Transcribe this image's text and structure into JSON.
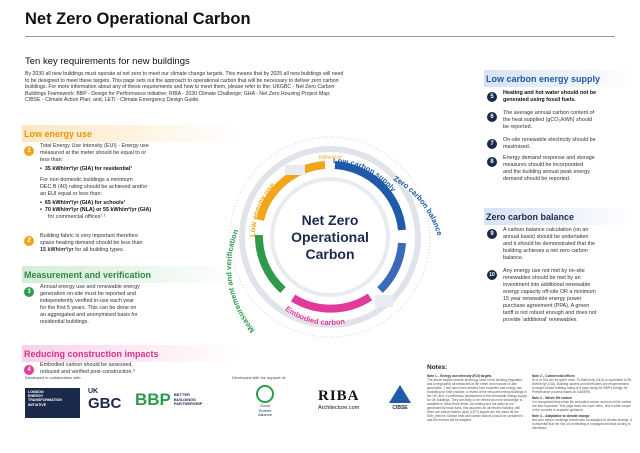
{
  "title": "Net Zero Operational Carbon",
  "subtitle": "Ten key requirements for new buildings",
  "intro": "By 2030 all new buildings must operate at net zero to meet our climate change targets. This means that by 2025 all new buildings will need to be designed to meet these targets. This page sets out the approach to operational carbon that will be necessary to deliver zero carbon buildings. For more information about any of these requirements and how to meet them, please refer to the: UKGBC - Net Zero Carbon Buildings Framework; BBP - Design for Performance initiative; RIBA - 2030 Climate Challenge; GHA - Net Zero Housing Project Map; CIBSE - Climate Action Plan; and, LETI - Climate Emergency Design Guide.",
  "colors": {
    "energy_use": "#f2a51a",
    "supply": "#1e5aa8",
    "balance": "#1e5aa8",
    "measure": "#2f9a4a",
    "construction": "#e03a9a",
    "dark": "#1b2a4a"
  },
  "sections": {
    "low_energy_use": {
      "heading": "Low energy use",
      "item1_lines": [
        "Total Energy Use Intensity (EUI) - Energy use",
        "measured at the meter should be equal to or",
        "less than:"
      ],
      "item1_bullet": "35 kWh/m²/yr (GIA) for residential¹",
      "item1_nondom": [
        "For non-domestic buildings a minimum",
        "DEC B (40) rating should be achieved and/or",
        "an EUI equal or less than:"
      ],
      "item1_bullet2": "65 kWh/m²/yr (GIA) for schools¹",
      "item1_bullet3a": "70 kWh/m²/yr (NLA) or 55 kWh/m²/yr (GIA)",
      "item1_bullet3b": "for commercial offices¹ ²",
      "item2_lines": [
        "Building fabric is very important therefore",
        "space heating demand should be less than"
      ],
      "item2_bold": "15 kWh/m²/yr",
      "item2_tail": "for all building types."
    },
    "measurement": {
      "heading": "Measurement and verification",
      "item3_lines": [
        "Annual energy use and renewable energy",
        "generation on-site must be reported and",
        "independently verified in-use each year",
        "for the first 5 years. This can be done on",
        "an aggregated and anonymised basis for",
        "residential buildings."
      ]
    },
    "construction": {
      "heading": "Reducing construction impacts",
      "item4_lines": [
        "Embodied carbon should be assessed,",
        "reduced and verified post-construction.³"
      ]
    },
    "supply": {
      "heading": "Low carbon energy supply",
      "item5": [
        "Heating and hot water should not be",
        "generated using fossil fuels."
      ],
      "item6": [
        "The average annual carbon content of",
        "the heat supplied (gCO₂/kWh) should",
        "be reported."
      ],
      "item7": [
        "On-site renewable electricity should be",
        "maximised."
      ],
      "item8": [
        "Energy demand response and storage",
        "measures should be incorporated",
        "and the building annual peak energy",
        "demand should be reported."
      ]
    },
    "balance": {
      "heading": "Zero carbon balance",
      "item9": [
        "A carbon balance calculation (on an",
        "annual basis) should be undertaken",
        "and it should be demonstrated that the",
        "building achieves a net zero carbon",
        "balance."
      ],
      "item10": [
        "Any energy use not met by on-site",
        "renewables should be met by an",
        "investment into additional renewable",
        "energy capacity off-site OR a minimum",
        "15 year renewable energy power",
        "purchase agreement (PPA). A green",
        "tariff is not robust enough and does not",
        "provide 'additional' renewables."
      ]
    }
  },
  "wheel": {
    "center": [
      "Net Zero",
      "Operational",
      "Carbon"
    ],
    "label_energy": "Low energy use",
    "label_supply": "Low carbon supply",
    "label_balance": "Zero carbon balance",
    "label_embodied": "Embodied carbon",
    "label_measure": "Measurement and verification",
    "kwh": "kWh/m²/yr"
  },
  "notes": {
    "heading": "Notes:",
    "n1_title": "Note 1 – Energy use intensity (EUI) targets",
    "n1_body": "The above targets include all energy used in the building (regulated and unregulated) as measured at the meter and exclude on-site generation. They have been derived from modelled and energy use modelling for best practice; a review of the best performing buildings in the UK; and, a preliminary assessment of the renewable energy supply for UK buildings. They are likely to be refined as more knowledge is available in these three fields. As heating and hot water is not generated by fossil fuels, this assumes an all electric building until there are carbon factors (and) (LETI) targets are the same as the kWh_elec/m². District heat and carbon factors should be considered and the metrics will be adapted.",
    "n2_title": "Note 2 – Commercial offices",
    "n2_body": "NLA or GIA can be given units. 70 kWh/m²/yr (NLA) is equivalent to 55 kWh/m²/yr (GIA). Building owners and developers are recommended to target a base building rating of 6 stars using the BBP's Design for Performance process based on NABERS.",
    "n3_title": "Note 3 – Whole life carbon",
    "n3_body": "It is recognised that whole life embodied carbon and end-of-life carbon are also important. This page does not cover them, and a wider scope of the covered in separate guidance.",
    "n4_title": "Note 4 – Adaptation to climate change",
    "n4_body": "Net zero carbon buildings should also be adaptive to climate change. It is essential that the risk of overheating is managed and that cooling is minimised."
  },
  "footer": {
    "developed_with": "Developed in collaboration with:",
    "leti": [
      "LONDON",
      "ENERGY",
      "TRANSFORMATION",
      "INITIATIVE"
    ],
    "ukgbc_uk": "UK",
    "ukgbc_gbc": "GBC",
    "bbp": "BBP",
    "bbp_text": [
      "BETTER",
      "BUILDINGS",
      "PARTNERSHIP"
    ],
    "support": "Developed with the support of:",
    "gha": [
      "Good",
      "Homes",
      "Alliance"
    ],
    "riba": "RIBA",
    "riba_sub": "Architecture.com",
    "cibse": "CIBSE"
  }
}
